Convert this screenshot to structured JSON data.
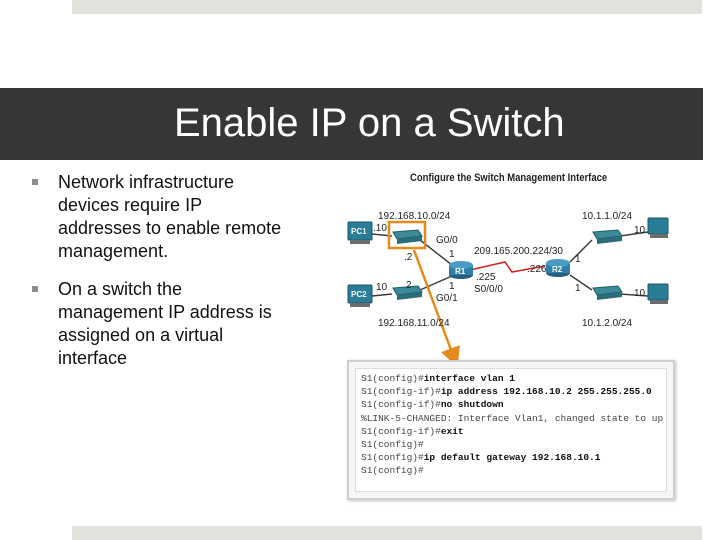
{
  "slide": {
    "title": "Enable IP on a Switch",
    "bullets": [
      "Network infrastructure devices require IP addresses to enable remote management.",
      "On a switch the management IP address is assigned on a virtual interface"
    ]
  },
  "figure": {
    "title": "Configure the Switch Management Interface",
    "labels": {
      "net_left_top": "192.168.10.0/24",
      "net_left_bottom": "192.168.11.0/24",
      "net_right_top": "10.1.1.0/24",
      "net_right_bottom": "10.1.2.0/24",
      "wan_net": "209.165.200.224/30",
      "pc1": "PC1",
      "pc2": "PC2",
      "r1": "R1",
      "r2": "R2",
      "pc1_host": ".10",
      "pc2_host": "10",
      "pc3_host": "10",
      "pc4_host": "10",
      "s1_addr": ".2",
      "s2_addr": "2",
      "r1_g00": "G0/0",
      "r1_g01": "G0/1",
      "r1_s000": "S0/0/0",
      "r1_g00_host": "1",
      "r1_g01_host": "1",
      "r1_wan": ".225",
      "r2_wan": ".226",
      "r2_top_host": "1",
      "r2_bottom_host": "1"
    },
    "colors": {
      "router": "#2f7fa8",
      "switch": "#3a8a9a",
      "highlight": "#e58a1e",
      "pc_screen": "#2a7d96",
      "link": "#3d3d3d",
      "wan_link": "#d02020"
    },
    "cli": [
      [
        {
          "t": "S1(config)#",
          "s": "plain"
        },
        {
          "t": "interface vlan 1",
          "s": "cmd"
        }
      ],
      [
        {
          "t": "S1(config-if)#",
          "s": "plain"
        },
        {
          "t": "ip address 192.168.10.2 255.255.255.0",
          "s": "cmd"
        }
      ],
      [
        {
          "t": "S1(config-if)#",
          "s": "plain"
        },
        {
          "t": "no shutdown",
          "s": "cmd"
        }
      ],
      [
        {
          "t": "%LINK-5-CHANGED: Interface Vlan1, changed state to up",
          "s": "plain"
        }
      ],
      [
        {
          "t": "S1(config-if)#",
          "s": "plain"
        },
        {
          "t": "exit",
          "s": "cmd"
        }
      ],
      [
        {
          "t": "S1(config)#",
          "s": "plain"
        }
      ],
      [
        {
          "t": "S1(config)#",
          "s": "plain"
        },
        {
          "t": "ip default gateway 192.168.10.1",
          "s": "cmd"
        }
      ],
      [
        {
          "t": "S1(config)#",
          "s": "plain"
        }
      ]
    ]
  }
}
